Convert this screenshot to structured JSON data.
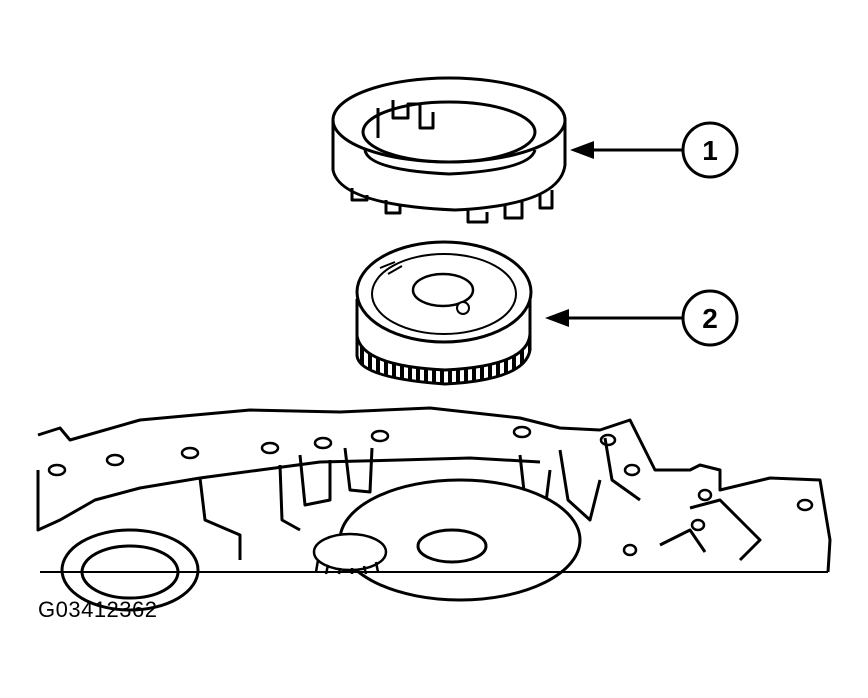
{
  "figure_id": "G03412362",
  "callouts": [
    {
      "number": "1"
    },
    {
      "number": "2"
    }
  ],
  "colors": {
    "ink": "#000000",
    "paper": "#ffffff"
  }
}
